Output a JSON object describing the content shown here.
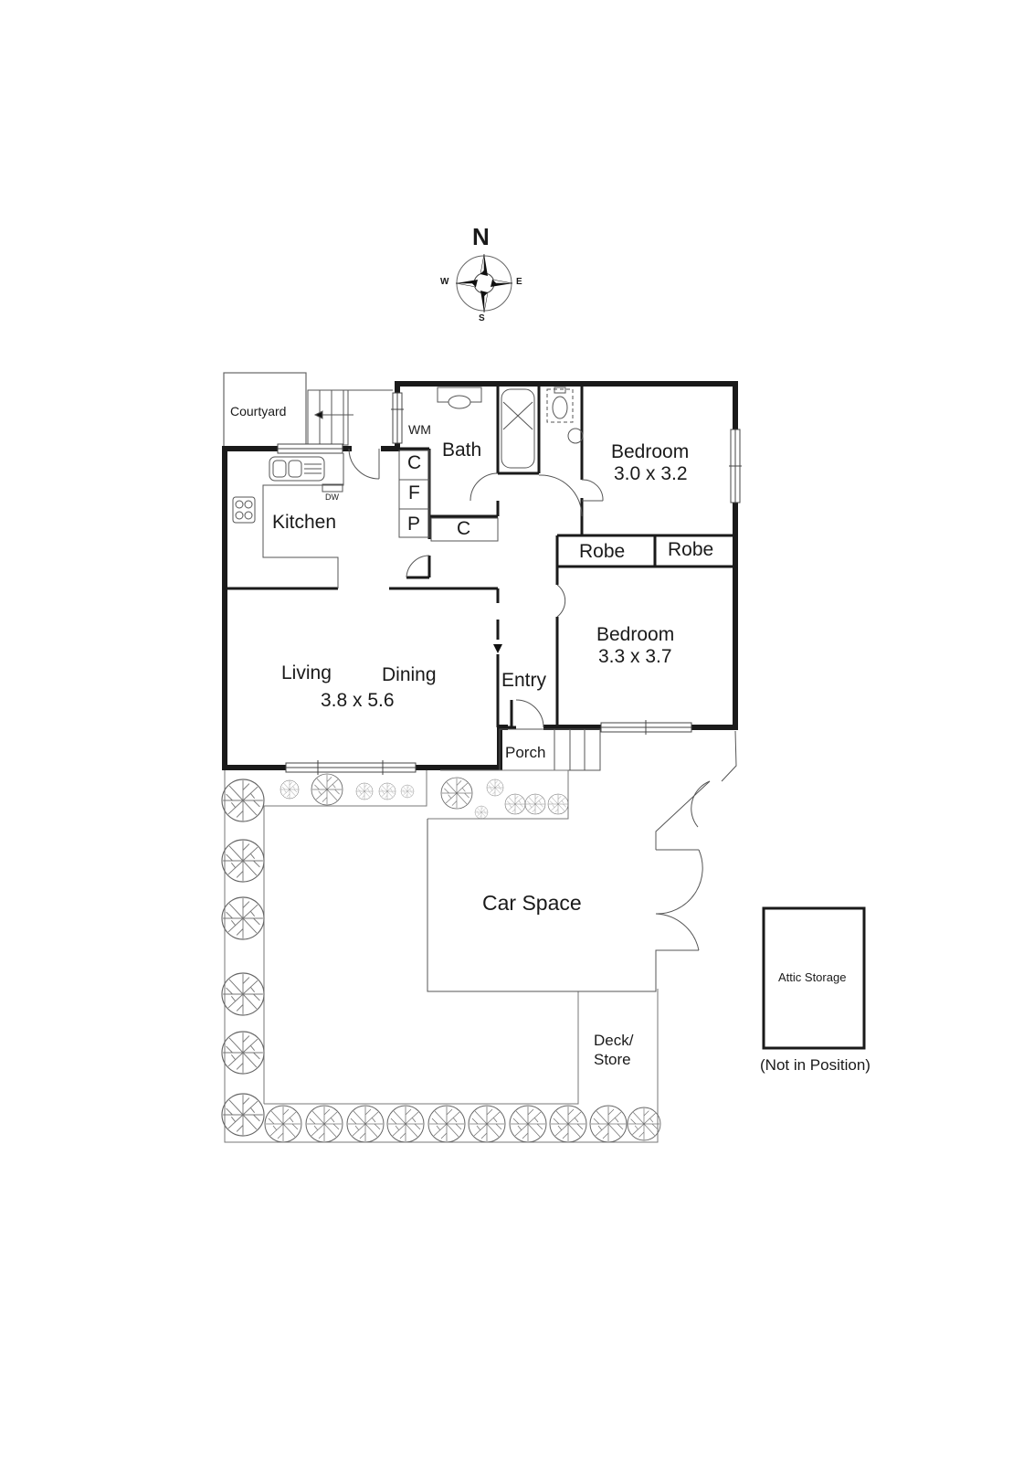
{
  "compass": {
    "north": "N",
    "south": "S",
    "east": "E",
    "west": "W"
  },
  "rooms": {
    "courtyard": {
      "name": "Courtyard"
    },
    "wm": {
      "name": "WM"
    },
    "bath": {
      "name": "Bath"
    },
    "kitchen": {
      "name": "Kitchen",
      "appliance": "DW"
    },
    "cupboards": {
      "c1": "C",
      "f": "F",
      "p": "P",
      "c2": "C"
    },
    "bedroom1": {
      "name": "Bedroom",
      "size": "3.0 x 3.2"
    },
    "robe1": {
      "name": "Robe"
    },
    "robe2": {
      "name": "Robe"
    },
    "bedroom2": {
      "name": "Bedroom",
      "size": "3.3 x 3.7"
    },
    "living": {
      "name": "Living"
    },
    "dining": {
      "name": "Dining",
      "size": "3.8 x 5.6"
    },
    "entry": {
      "name": "Entry"
    },
    "porch": {
      "name": "Porch"
    },
    "car_space": {
      "name": "Car Space"
    },
    "deck_store": {
      "line1": "Deck/",
      "line2": "Store"
    },
    "attic": {
      "name": "Attic Storage",
      "note": "(Not in Position)"
    }
  },
  "colors": {
    "wall": "#1a1a1a",
    "line": "#333333",
    "landscape": "#777777",
    "background": "#ffffff"
  }
}
